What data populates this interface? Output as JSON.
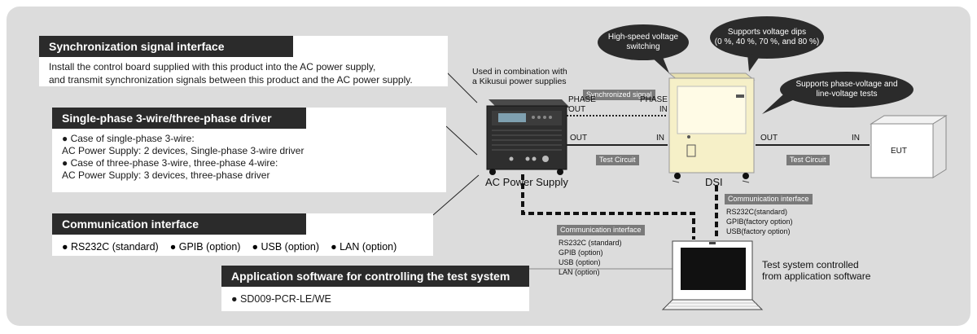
{
  "sync_box": {
    "title": "Synchronization signal interface",
    "line1": "Install the control board supplied with this product into the AC power supply,",
    "line2": "and transmit synchronization signals between this product and the AC power supply."
  },
  "driver_box": {
    "title": "Single-phase 3-wire/three-phase driver",
    "case1_heading": "● Case of single-phase 3-wire:",
    "case1_detail": "AC Power Supply: 2 devices, Single-phase 3-wire driver",
    "case2_heading": "● Case of three-phase 3-wire, three-phase 4-wire:",
    "case2_detail": "AC Power Supply: 3 devices, three-phase driver"
  },
  "comm_box": {
    "title": "Communication interface",
    "items": [
      "● RS232C (standard)",
      "● GPIB (option)",
      "● USB (option)",
      "● LAN (option)"
    ]
  },
  "app_box": {
    "title": "Application software for controlling the test system",
    "item": "● SD009-PCR-LE/WE"
  },
  "labels": {
    "used_line1": "Used in combination with",
    "used_line2": "a Kikusui power supplies",
    "sync_signal": "Synchronized signal",
    "phase_out_1": "PHASE",
    "phase_out_2": "OUT",
    "phase_in_1": "PHASE",
    "phase_in_2": "IN",
    "out_1": "OUT",
    "in_1": "IN",
    "out_2": "OUT",
    "in_2": "IN",
    "test_circuit_1": "Test Circuit",
    "test_circuit_2": "Test Circuit",
    "ac_power_supply": "AC Power Supply",
    "dsi": "DSI",
    "eut": "EUT",
    "controlled_line1": "Test system controlled",
    "controlled_line2": "from application software"
  },
  "bubbles": {
    "high_speed_1": "High-speed voltage",
    "high_speed_2": "switching",
    "dips_1": "Supports voltage dips",
    "dips_2": "(0 %, 40 %, 70 %, and 80 %)",
    "phase_1": "Supports phase-voltage and",
    "phase_2": "line-voltage tests"
  },
  "comm_pc": {
    "title": "Communication interface",
    "items": [
      "RS232C (standard)",
      "GPIB (option)",
      "USB (option)",
      "LAN (option)"
    ]
  },
  "comm_dsi": {
    "title": "Communication interface",
    "items": [
      "RS232C(standard)",
      "GPIB(factory option)",
      "USB(factory option)"
    ]
  },
  "colors": {
    "background": "#dcdcdc",
    "header": "#2b2b2b",
    "tag": "#7a7a7a",
    "dsi_body": "#f6f0c8"
  }
}
